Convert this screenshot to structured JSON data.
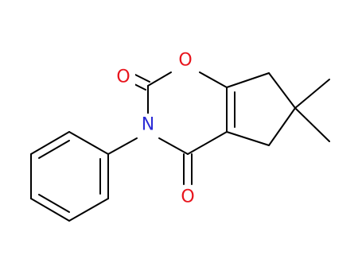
{
  "molecule": {
    "atoms": [
      {
        "id": "O_carbonyl_top",
        "symbol": "O",
        "color": "#e8141c"
      },
      {
        "id": "O_ring",
        "symbol": "O",
        "color": "#e8141c"
      },
      {
        "id": "N_ring",
        "symbol": "N",
        "color": "#2c2cd6"
      },
      {
        "id": "O_carbonyl_bottom",
        "symbol": "O",
        "color": "#e8141c"
      }
    ],
    "bond_color": "#000000"
  }
}
